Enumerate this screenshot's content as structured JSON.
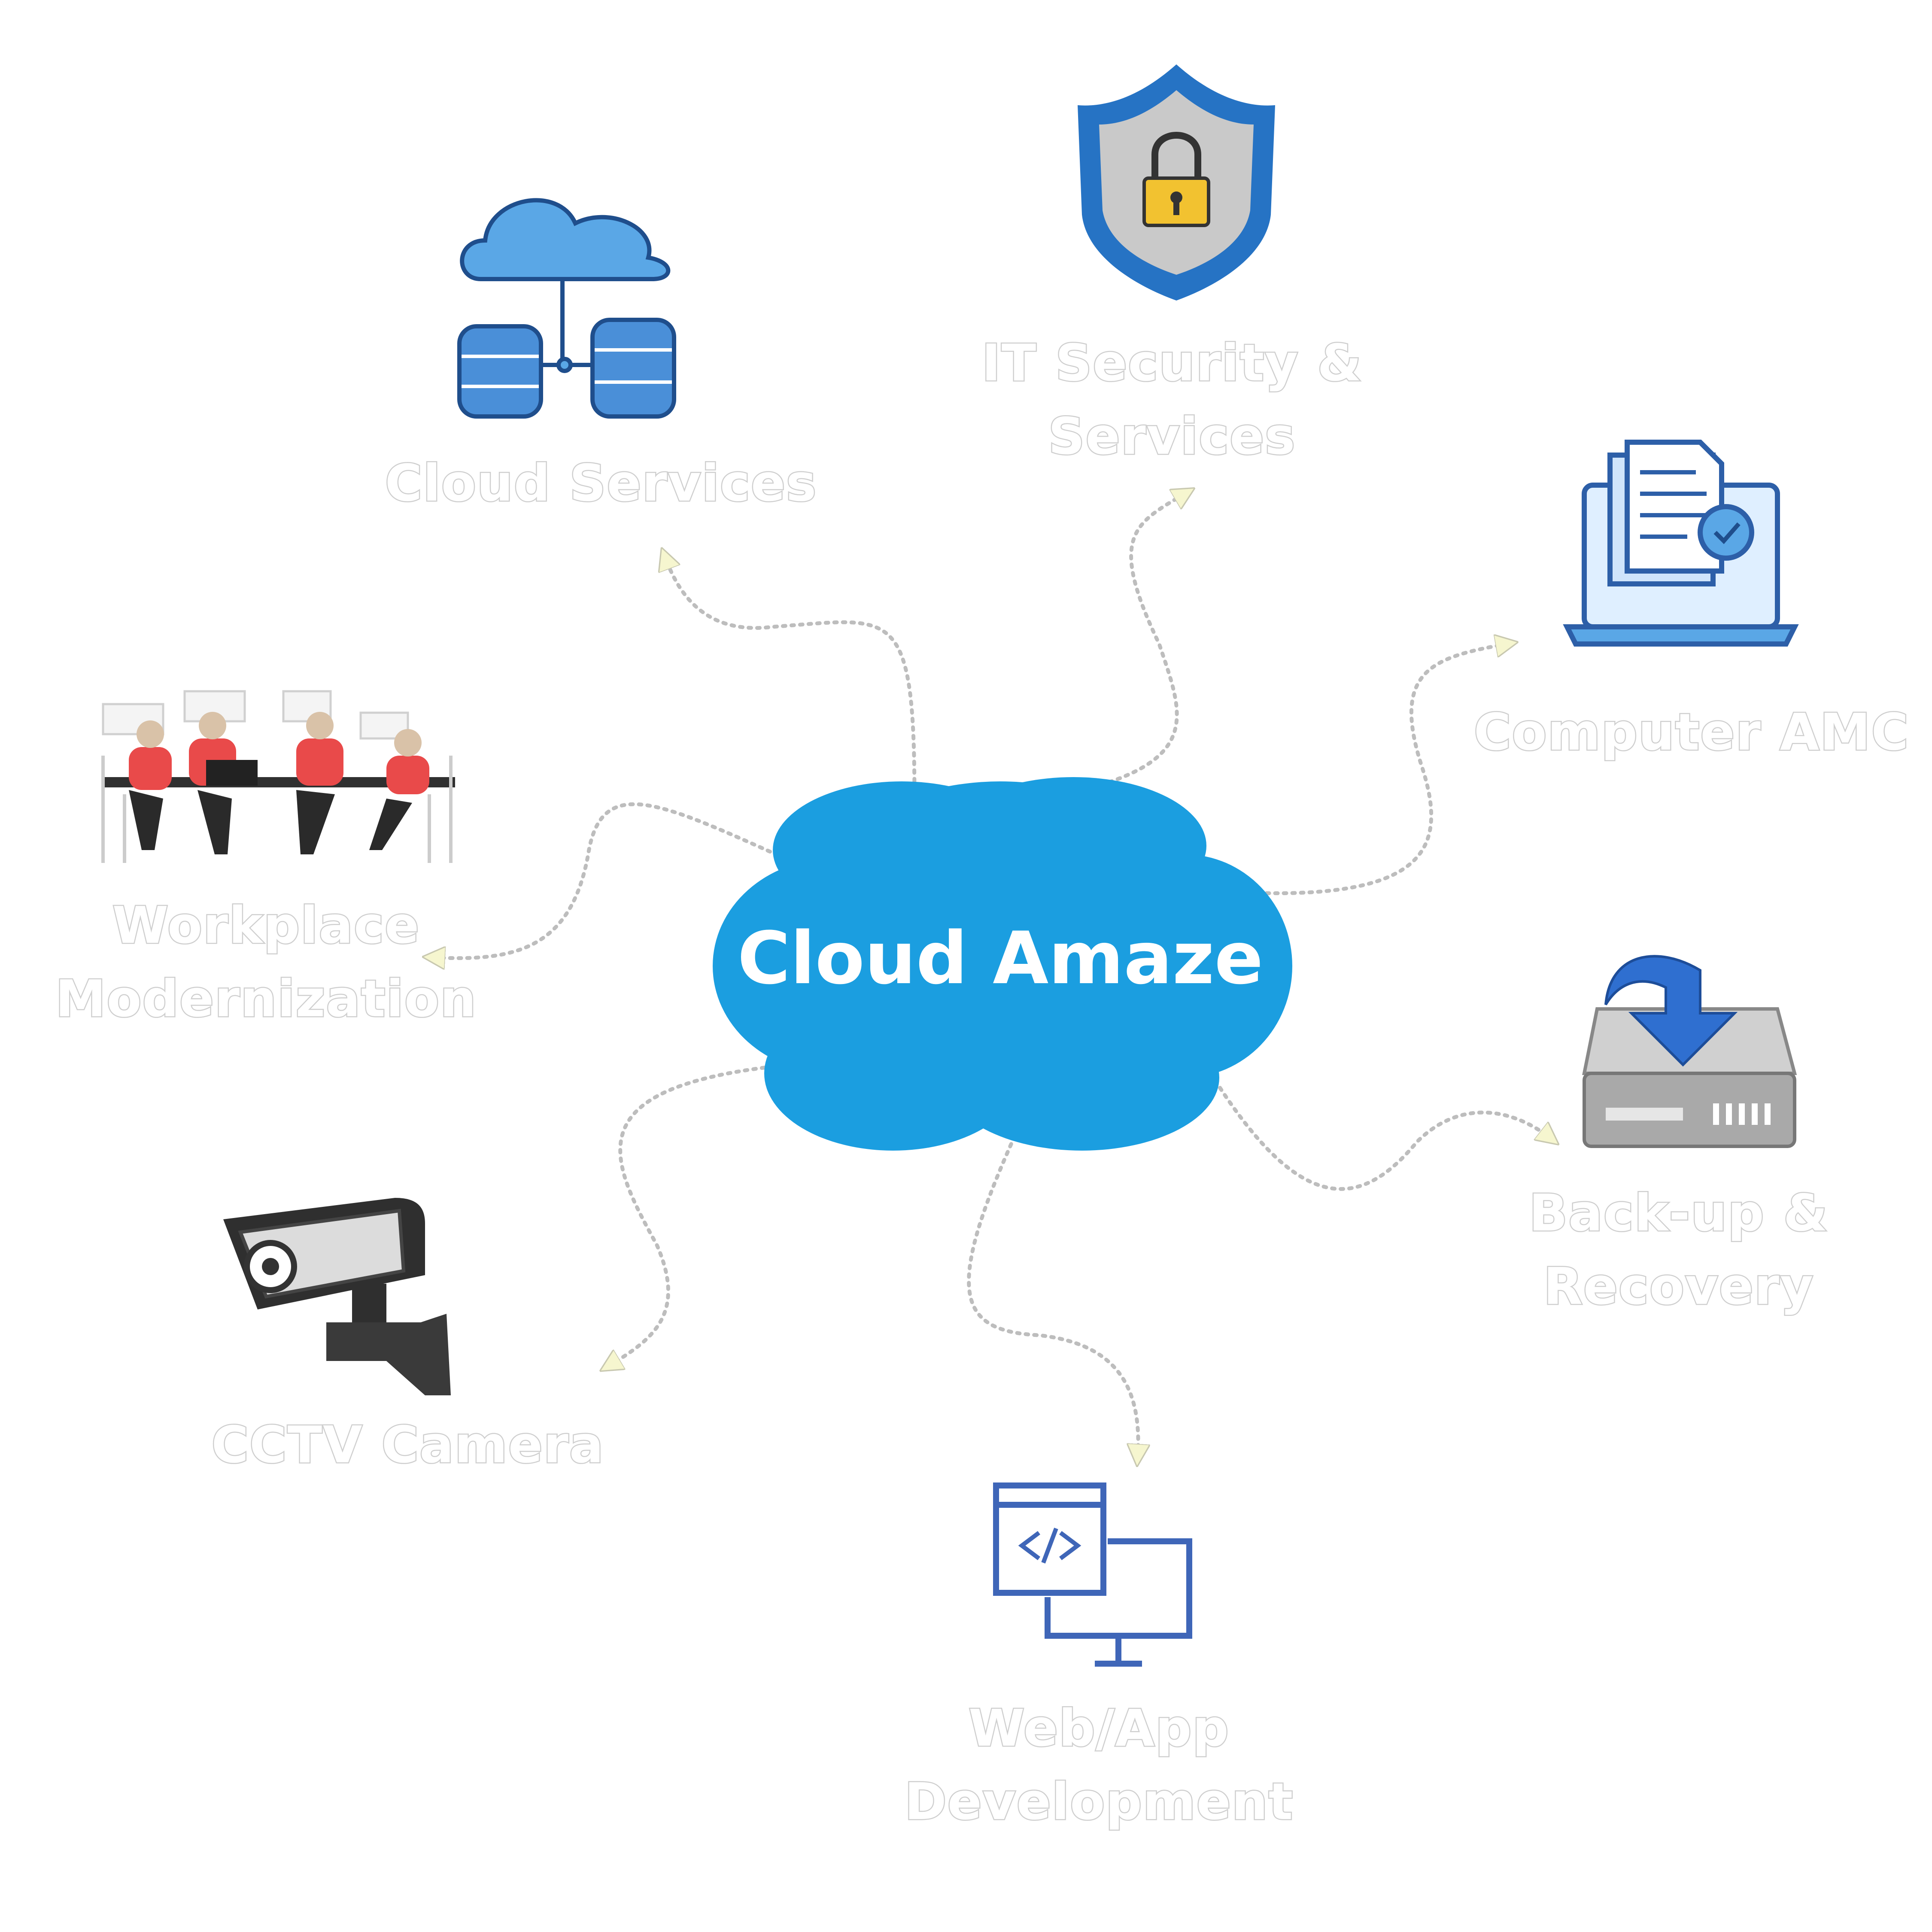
{
  "center": {
    "title": "Cloud Amaze",
    "color": "#1b9ee0"
  },
  "services": [
    {
      "id": "cloud-services",
      "line1": "Cloud Services",
      "line2": ""
    },
    {
      "id": "it-security",
      "line1": "IT Security &",
      "line2": "Services"
    },
    {
      "id": "computer-amc",
      "line1": "Computer AMC",
      "line2": ""
    },
    {
      "id": "backup-recovery",
      "line1": "Back-up &",
      "line2": "Recovery"
    },
    {
      "id": "web-app-development",
      "line1": "Web/App",
      "line2": "Development"
    },
    {
      "id": "cctv-camera",
      "line1": "CCTV Camera",
      "line2": ""
    },
    {
      "id": "workplace-modernization",
      "line1": "Workplace",
      "line2": "Modernization"
    }
  ],
  "icons": {
    "cloud_services": "cloud-database-icon",
    "it_security": "shield-lock-icon",
    "computer_amc": "laptop-document-gear-icon",
    "backup_recovery": "drive-download-arrow-icon",
    "web_app_development": "code-monitor-icon",
    "cctv_camera": "cctv-camera-icon",
    "workplace_modernization": "team-meeting-icon"
  },
  "colors": {
    "icon_blue": "#3a78c8",
    "light_blue": "#5aa7e6",
    "arrow_fill": "#f6f6cf",
    "connector": "#bfbfbf"
  }
}
